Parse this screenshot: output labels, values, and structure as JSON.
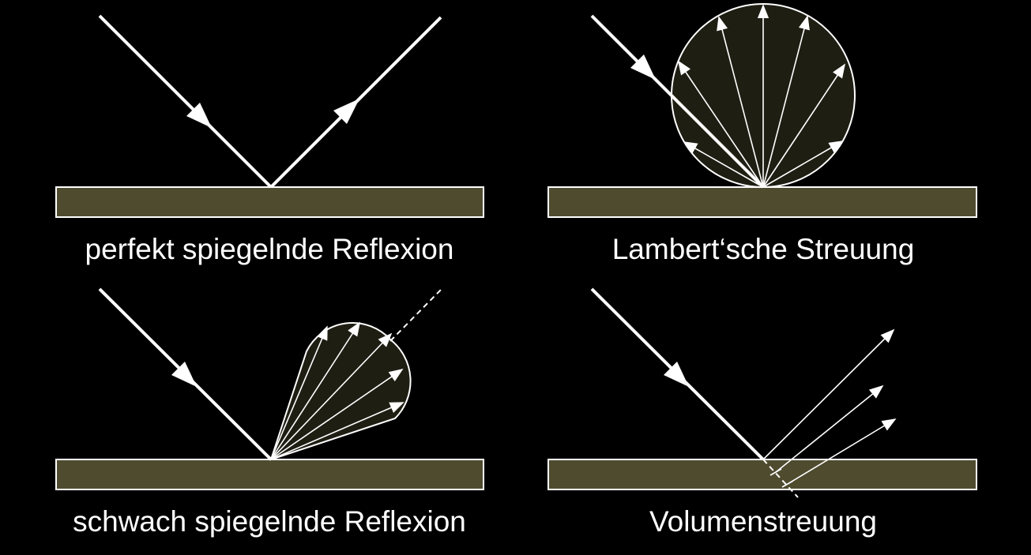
{
  "colors": {
    "background": "#000000",
    "surface_fill": "#4f4b2f",
    "lobe_fill": "#1f1e13",
    "stroke": "#ffffff"
  },
  "panels": [
    {
      "id": "specular",
      "caption": "perfekt spiegelnde Reflexion"
    },
    {
      "id": "lambert",
      "caption": "Lambert‘sche Streuung"
    },
    {
      "id": "glossy",
      "caption": "schwach spiegelnde Reflexion"
    },
    {
      "id": "volume",
      "caption": "Volumenstreuung"
    }
  ]
}
